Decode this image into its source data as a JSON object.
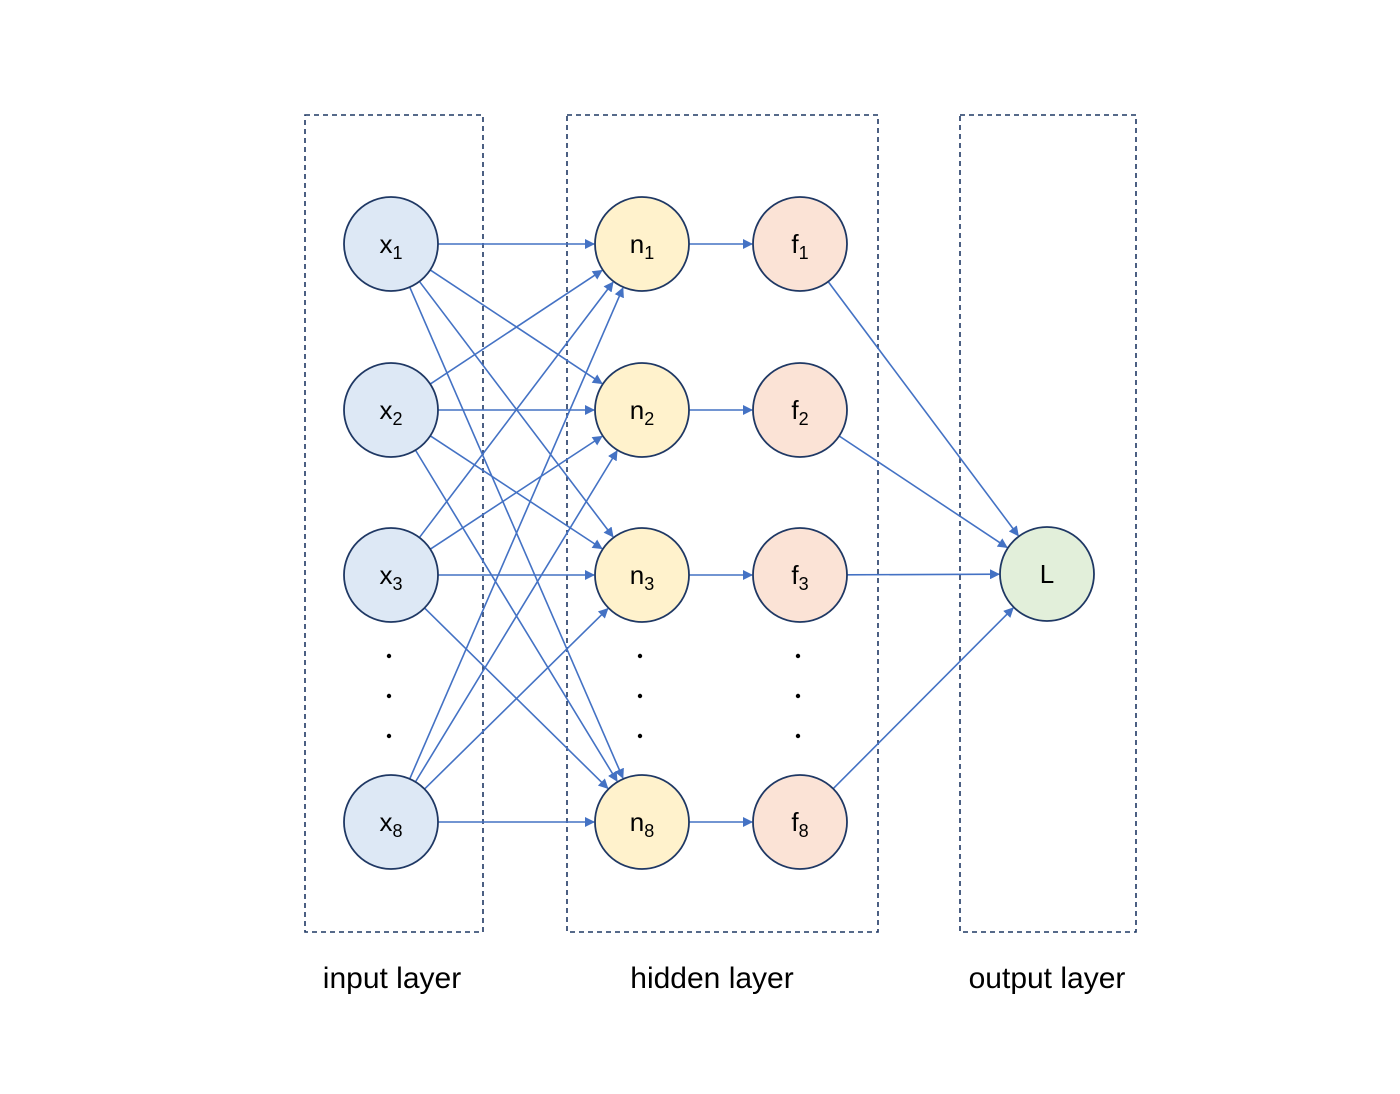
{
  "colors": {
    "edge": "#4472c4",
    "box_border": "#1f3864",
    "node_border": "#1f3864",
    "input_fill": "#dde8f5",
    "neuron_fill": "#fff2cc",
    "activation_fill": "#fbe3d6",
    "output_fill": "#e2efda"
  },
  "layers": {
    "input": {
      "label": "input layer"
    },
    "hidden": {
      "label": "hidden layer"
    },
    "output": {
      "label": "output layer"
    }
  },
  "nodes": {
    "inputs": [
      {
        "base": "x",
        "sub": "1"
      },
      {
        "base": "x",
        "sub": "2"
      },
      {
        "base": "x",
        "sub": "3"
      },
      {
        "base": "x",
        "sub": "8"
      }
    ],
    "neurons": [
      {
        "base": "n",
        "sub": "1"
      },
      {
        "base": "n",
        "sub": "2"
      },
      {
        "base": "n",
        "sub": "3"
      },
      {
        "base": "n",
        "sub": "8"
      }
    ],
    "activations": [
      {
        "base": "f",
        "sub": "1"
      },
      {
        "base": "f",
        "sub": "2"
      },
      {
        "base": "f",
        "sub": "3"
      },
      {
        "base": "f",
        "sub": "8"
      }
    ],
    "output": {
      "base": "L",
      "sub": ""
    }
  },
  "edges": {
    "input_to_neuron": "all-to-all",
    "neuron_to_activation": "one-to-one",
    "activation_to_output": "all-to-one"
  },
  "ellipsis": "⋮"
}
